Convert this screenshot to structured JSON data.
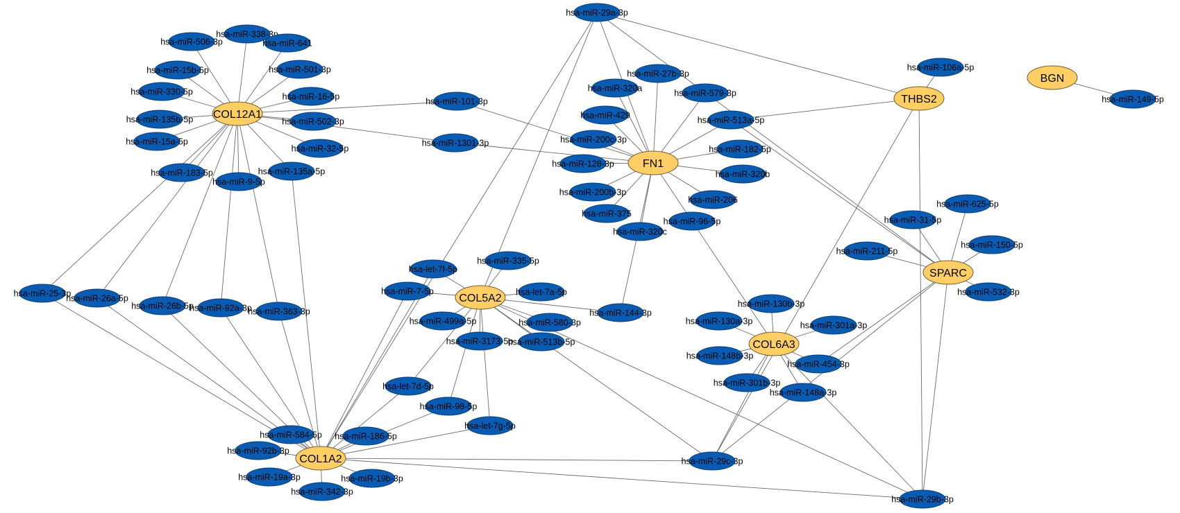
{
  "network": {
    "genes": [
      {
        "id": "g-COL12A1",
        "label": "COL12A1"
      },
      {
        "id": "g-COL5A2",
        "label": "COL5A2"
      },
      {
        "id": "g-COL1A2",
        "label": "COL1A2"
      },
      {
        "id": "g-FN1",
        "label": "FN1"
      },
      {
        "id": "g-THBS2",
        "label": "THBS2"
      },
      {
        "id": "g-BGN",
        "label": "BGN"
      },
      {
        "id": "g-SPARC",
        "label": "SPARC"
      },
      {
        "id": "g-COL6A3",
        "label": "COL6A3"
      }
    ],
    "mirnas": [
      {
        "id": "m-506",
        "label": "hsa-miR-506-3p"
      },
      {
        "id": "m-338",
        "label": "hsa-miR-338-3p"
      },
      {
        "id": "m-641",
        "label": "hsa-miR-641"
      },
      {
        "id": "m-501",
        "label": "hsa-miR-501-3p"
      },
      {
        "id": "m-15b",
        "label": "hsa-miR-15b-5p"
      },
      {
        "id": "m-330",
        "label": "hsa-miR-330-5p"
      },
      {
        "id": "m-16",
        "label": "hsa-miR-16-5p"
      },
      {
        "id": "m-135b",
        "label": "hsa-miR-135b-5p"
      },
      {
        "id": "m-502",
        "label": "hsa-miR-502-3p"
      },
      {
        "id": "m-15a",
        "label": "hsa-miR-15a-5p"
      },
      {
        "id": "m-32",
        "label": "hsa-miR-32-5p"
      },
      {
        "id": "m-183",
        "label": "hsa-miR-183-5p"
      },
      {
        "id": "m-135a",
        "label": "hsa-miR-135a-5p"
      },
      {
        "id": "m-9",
        "label": "hsa-miR-9-5p"
      },
      {
        "id": "m-101",
        "label": "hsa-miR-101-3p"
      },
      {
        "id": "m-1301",
        "label": "hsa-miR-1301-3p"
      },
      {
        "id": "m-29a",
        "label": "hsa-miR-29a-3p"
      },
      {
        "id": "m-27b",
        "label": "hsa-miR-27b-3p"
      },
      {
        "id": "m-320a",
        "label": "hsa-miR-320a"
      },
      {
        "id": "m-579",
        "label": "hsa-miR-579-3p"
      },
      {
        "id": "m-429",
        "label": "hsa-miR-429"
      },
      {
        "id": "m-513a",
        "label": "hsa-miR-513a-5p"
      },
      {
        "id": "m-200c",
        "label": "hsa-miR-200c-3p"
      },
      {
        "id": "m-182",
        "label": "hsa-miR-182-5p"
      },
      {
        "id": "m-128",
        "label": "hsa-miR-128-3p"
      },
      {
        "id": "m-320b",
        "label": "hsa-miR-320b"
      },
      {
        "id": "m-200b",
        "label": "hsa-miR-200b-3p"
      },
      {
        "id": "m-206",
        "label": "hsa-miR-206"
      },
      {
        "id": "m-375",
        "label": "hsa-miR-375"
      },
      {
        "id": "m-96",
        "label": "hsa-miR-96-5p"
      },
      {
        "id": "m-320c",
        "label": "hsa-miR-320c"
      },
      {
        "id": "m-106a",
        "label": "hsa-miR-106a-5p"
      },
      {
        "id": "m-149",
        "label": "hsa-miR-149-5p"
      },
      {
        "id": "m-625",
        "label": "hsa-miR-625-5p"
      },
      {
        "id": "m-31",
        "label": "hsa-miR-31-5p"
      },
      {
        "id": "m-150",
        "label": "hsa-miR-150-5p"
      },
      {
        "id": "m-211",
        "label": "hsa-miR-211-5p"
      },
      {
        "id": "m-532",
        "label": "hsa-miR-532-3p"
      },
      {
        "id": "m-25",
        "label": "hsa-miR-25-3p"
      },
      {
        "id": "m-26a",
        "label": "hsa-miR-26a-5p"
      },
      {
        "id": "m-26b",
        "label": "hsa-miR-26b-5p"
      },
      {
        "id": "m-92a",
        "label": "hsa-miR-92a-3p"
      },
      {
        "id": "m-363",
        "label": "hsa-miR-363-3p"
      },
      {
        "id": "m-let7f",
        "label": "hsa-let-7f-5p"
      },
      {
        "id": "m-335",
        "label": "hsa-miR-335-5p"
      },
      {
        "id": "m-7",
        "label": "hsa-miR-7-5p"
      },
      {
        "id": "m-let7a",
        "label": "hsa-let-7a-5p"
      },
      {
        "id": "m-144",
        "label": "hsa-miR-144-3p"
      },
      {
        "id": "m-499a",
        "label": "hsa-miR-499a-5p"
      },
      {
        "id": "m-580",
        "label": "hsa-miR-580-3p"
      },
      {
        "id": "m-3173",
        "label": "hsa-miR-3173-5p"
      },
      {
        "id": "m-513b",
        "label": "hsa-miR-513b-5p"
      },
      {
        "id": "m-130b",
        "label": "hsa-miR-130b-3p"
      },
      {
        "id": "m-130a",
        "label": "hsa-miR-130a-3p"
      },
      {
        "id": "m-301a",
        "label": "hsa-miR-301a-3p"
      },
      {
        "id": "m-148b",
        "label": "hsa-miR-148b-3p"
      },
      {
        "id": "m-454",
        "label": "hsa-miR-454-3p"
      },
      {
        "id": "m-301b",
        "label": "hsa-miR-301b-3p"
      },
      {
        "id": "m-148a",
        "label": "hsa-miR-148a-3p"
      },
      {
        "id": "m-let7d",
        "label": "hsa-let-7d-5p"
      },
      {
        "id": "m-98",
        "label": "hsa-miR-98-5p"
      },
      {
        "id": "m-let7g",
        "label": "hsa-let-7g-5p"
      },
      {
        "id": "m-584",
        "label": "hsa-miR-584-5p"
      },
      {
        "id": "m-186",
        "label": "hsa-miR-186-5p"
      },
      {
        "id": "m-92b",
        "label": "hsa-miR-92b-3p"
      },
      {
        "id": "m-19a",
        "label": "hsa-miR-19a-3p"
      },
      {
        "id": "m-19b",
        "label": "hsa-miR-19b-3p"
      },
      {
        "id": "m-342",
        "label": "hsa-miR-342-3p"
      },
      {
        "id": "m-29c",
        "label": "hsa-miR-29c-3p"
      },
      {
        "id": "m-29b",
        "label": "hsa-miR-29b-3p"
      }
    ],
    "edges": [
      [
        "g-COL12A1",
        "m-506"
      ],
      [
        "g-COL12A1",
        "m-338"
      ],
      [
        "g-COL12A1",
        "m-641"
      ],
      [
        "g-COL12A1",
        "m-501"
      ],
      [
        "g-COL12A1",
        "m-15b"
      ],
      [
        "g-COL12A1",
        "m-330"
      ],
      [
        "g-COL12A1",
        "m-16"
      ],
      [
        "g-COL12A1",
        "m-135b"
      ],
      [
        "g-COL12A1",
        "m-502"
      ],
      [
        "g-COL12A1",
        "m-15a"
      ],
      [
        "g-COL12A1",
        "m-32"
      ],
      [
        "g-COL12A1",
        "m-183"
      ],
      [
        "g-COL12A1",
        "m-135a"
      ],
      [
        "g-COL12A1",
        "m-9"
      ],
      [
        "g-COL12A1",
        "m-101"
      ],
      [
        "g-COL12A1",
        "m-1301"
      ],
      [
        "g-COL12A1",
        "m-25"
      ],
      [
        "g-COL12A1",
        "m-26a"
      ],
      [
        "g-COL12A1",
        "m-26b"
      ],
      [
        "g-COL12A1",
        "m-92a"
      ],
      [
        "g-COL12A1",
        "m-363"
      ],
      [
        "g-COL1A2",
        "m-25"
      ],
      [
        "g-COL1A2",
        "m-26a"
      ],
      [
        "g-COL1A2",
        "m-26b"
      ],
      [
        "g-COL1A2",
        "m-92a"
      ],
      [
        "g-COL1A2",
        "m-363"
      ],
      [
        "g-COL1A2",
        "m-135a"
      ],
      [
        "g-COL1A2",
        "m-let7f"
      ],
      [
        "g-COL1A2",
        "m-7"
      ],
      [
        "g-COL1A2",
        "m-29a"
      ],
      [
        "g-COL1A2",
        "m-let7d"
      ],
      [
        "g-COL1A2",
        "m-98"
      ],
      [
        "g-COL1A2",
        "m-let7g"
      ],
      [
        "g-COL1A2",
        "m-584"
      ],
      [
        "g-COL1A2",
        "m-186"
      ],
      [
        "g-COL1A2",
        "m-92b"
      ],
      [
        "g-COL1A2",
        "m-19a"
      ],
      [
        "g-COL1A2",
        "m-19b"
      ],
      [
        "g-COL1A2",
        "m-342"
      ],
      [
        "g-COL1A2",
        "m-29c"
      ],
      [
        "g-COL1A2",
        "m-29b"
      ],
      [
        "g-COL5A2",
        "m-let7f"
      ],
      [
        "g-COL5A2",
        "m-335"
      ],
      [
        "g-COL5A2",
        "m-7"
      ],
      [
        "g-COL5A2",
        "m-let7a"
      ],
      [
        "g-COL5A2",
        "m-144"
      ],
      [
        "g-COL5A2",
        "m-499a"
      ],
      [
        "g-COL5A2",
        "m-580"
      ],
      [
        "g-COL5A2",
        "m-3173"
      ],
      [
        "g-COL5A2",
        "m-513b"
      ],
      [
        "g-COL5A2",
        "m-29a"
      ],
      [
        "g-COL5A2",
        "m-let7d"
      ],
      [
        "g-COL5A2",
        "m-98"
      ],
      [
        "g-COL5A2",
        "m-let7g"
      ],
      [
        "g-COL5A2",
        "m-29c"
      ],
      [
        "g-COL5A2",
        "m-29b"
      ],
      [
        "g-FN1",
        "m-29a"
      ],
      [
        "g-FN1",
        "m-27b"
      ],
      [
        "g-FN1",
        "m-320a"
      ],
      [
        "g-FN1",
        "m-579"
      ],
      [
        "g-FN1",
        "m-429"
      ],
      [
        "g-FN1",
        "m-513a"
      ],
      [
        "g-FN1",
        "m-200c"
      ],
      [
        "g-FN1",
        "m-182"
      ],
      [
        "g-FN1",
        "m-128"
      ],
      [
        "g-FN1",
        "m-320b"
      ],
      [
        "g-FN1",
        "m-200b"
      ],
      [
        "g-FN1",
        "m-206"
      ],
      [
        "g-FN1",
        "m-375"
      ],
      [
        "g-FN1",
        "m-96"
      ],
      [
        "g-FN1",
        "m-320c"
      ],
      [
        "g-FN1",
        "m-101"
      ],
      [
        "g-FN1",
        "m-1301"
      ],
      [
        "g-FN1",
        "m-144"
      ],
      [
        "g-THBS2",
        "m-29a"
      ],
      [
        "g-THBS2",
        "m-106a"
      ],
      [
        "g-THBS2",
        "m-513a"
      ],
      [
        "g-THBS2",
        "m-29b"
      ],
      [
        "g-THBS2",
        "m-29c"
      ],
      [
        "g-BGN",
        "m-149"
      ],
      [
        "g-SPARC",
        "m-625"
      ],
      [
        "g-SPARC",
        "m-31"
      ],
      [
        "g-SPARC",
        "m-150"
      ],
      [
        "g-SPARC",
        "m-211"
      ],
      [
        "g-SPARC",
        "m-532"
      ],
      [
        "g-SPARC",
        "m-513a"
      ],
      [
        "g-SPARC",
        "m-29a"
      ],
      [
        "g-SPARC",
        "m-29b"
      ],
      [
        "g-SPARC",
        "m-29c"
      ],
      [
        "g-SPARC",
        "m-454"
      ],
      [
        "g-COL6A3",
        "m-130b"
      ],
      [
        "g-COL6A3",
        "m-130a"
      ],
      [
        "g-COL6A3",
        "m-301a"
      ],
      [
        "g-COL6A3",
        "m-148b"
      ],
      [
        "g-COL6A3",
        "m-454"
      ],
      [
        "g-COL6A3",
        "m-301b"
      ],
      [
        "g-COL6A3",
        "m-148a"
      ],
      [
        "g-COL6A3",
        "m-29c"
      ],
      [
        "g-COL6A3",
        "m-29b"
      ],
      [
        "g-COL6A3",
        "m-96"
      ]
    ]
  },
  "colors": {
    "gene_fill": "#ffcf66",
    "mirna_fill": "#0a5cb3",
    "edge": "#6a6a6a"
  }
}
